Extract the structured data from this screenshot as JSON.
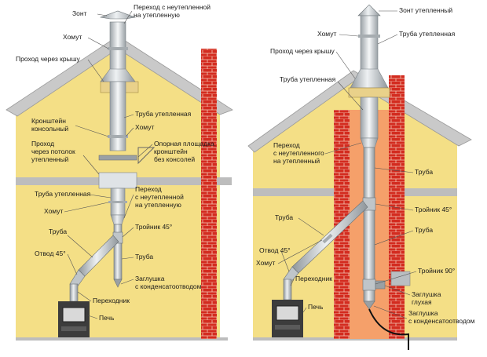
{
  "colors": {
    "wall": "#f4df86",
    "roof": "#c7c7c7",
    "ceiling": "#bdbdbd",
    "brick": "#d32b1f",
    "chimney_shaft": "#f5a06a",
    "pipe": "#c9ced2",
    "insulated_pipe": "#dfe3e6",
    "stove": "#3c3c3c",
    "leader": "#555555",
    "cable": "#111111"
  },
  "left_diagram": {
    "labels": {
      "zont": "Зонт",
      "perehod_top": "Переход с неутепленной\nна утепленную",
      "homut_top": "Хомут",
      "prohod_krysha": "Проход через крышу",
      "truba_utep": "Труба утепленная",
      "kronshtein": "Кронштейн\nконсольный",
      "homut_mid": "Хомут",
      "prohod_potolok": "Проход\nчерез потолок\nутепленный",
      "opornaya": "Опорная площадка,\nкронштейн\nбез консолей",
      "truba_utep_low": "Труба утепленная",
      "perehod_low": "Переход\nс неутепленной\nна утепленную",
      "homut_low": "Хомут",
      "truba": "Труба",
      "troynik45": "Тройник 45°",
      "otvod45": "Отвод 45°",
      "truba_right": "Труба",
      "zaglushka": "Заглушка\nс конденсатоотводом",
      "perehodnik": "Переходник",
      "pech": "Печь"
    }
  },
  "right_diagram": {
    "labels": {
      "zont": "Зонт утепленный",
      "homut": "Хомут",
      "truba_utep_top": "Труба утепленная",
      "prohod_krysha": "Проход через крышу",
      "truba_utep": "Труба утепленная",
      "perehod": "Переход\nс неутепленного\nна утепленный",
      "truba_a": "Труба",
      "truba_b": "Труба",
      "troynik45": "Тройник 45°",
      "truba_c": "Труба",
      "otvod45": "Отвод 45°",
      "homut_low": "Хомут",
      "perehodnik": "Переходник",
      "troynik90": "Тройник 90°",
      "zaglushka_gluhaya": "Заглушка\nглухая",
      "pech": "Печь",
      "zaglushka_kond": "Заглушка\nс конденсатоотводом"
    }
  }
}
